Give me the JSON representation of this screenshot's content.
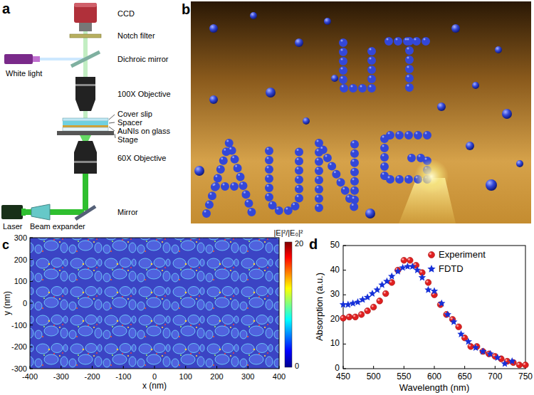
{
  "diagram": {
    "labels": [
      "a",
      "CCD",
      "Notch filter",
      "Dichroic mirror",
      "White light",
      "100X Objective",
      "Cover slip",
      "Spacer",
      "AuNIs on glass",
      "Stage",
      "60X Objective",
      "Mirror",
      "Laser",
      "Beam expander",
      "b",
      "c",
      "|E|²/|E₀|²",
      "20",
      "0",
      "300",
      "200",
      "100",
      "0",
      "-100",
      "-200",
      "-300",
      "-400",
      "-300",
      "-200",
      "-100",
      "0",
      "100",
      "200",
      "300",
      "400",
      "y (nm)",
      "x (nm)",
      "d",
      "0",
      "10",
      "20",
      "30",
      "40",
      "50",
      "450",
      "500",
      "550",
      "600",
      "650",
      "700",
      "750",
      "Absorption (a.u.)",
      "Wavelength (nm)"
    ],
    "legend": [
      {
        "text": "Experiment"
      },
      {
        "text": "FDTD"
      }
    ]
  }
}
